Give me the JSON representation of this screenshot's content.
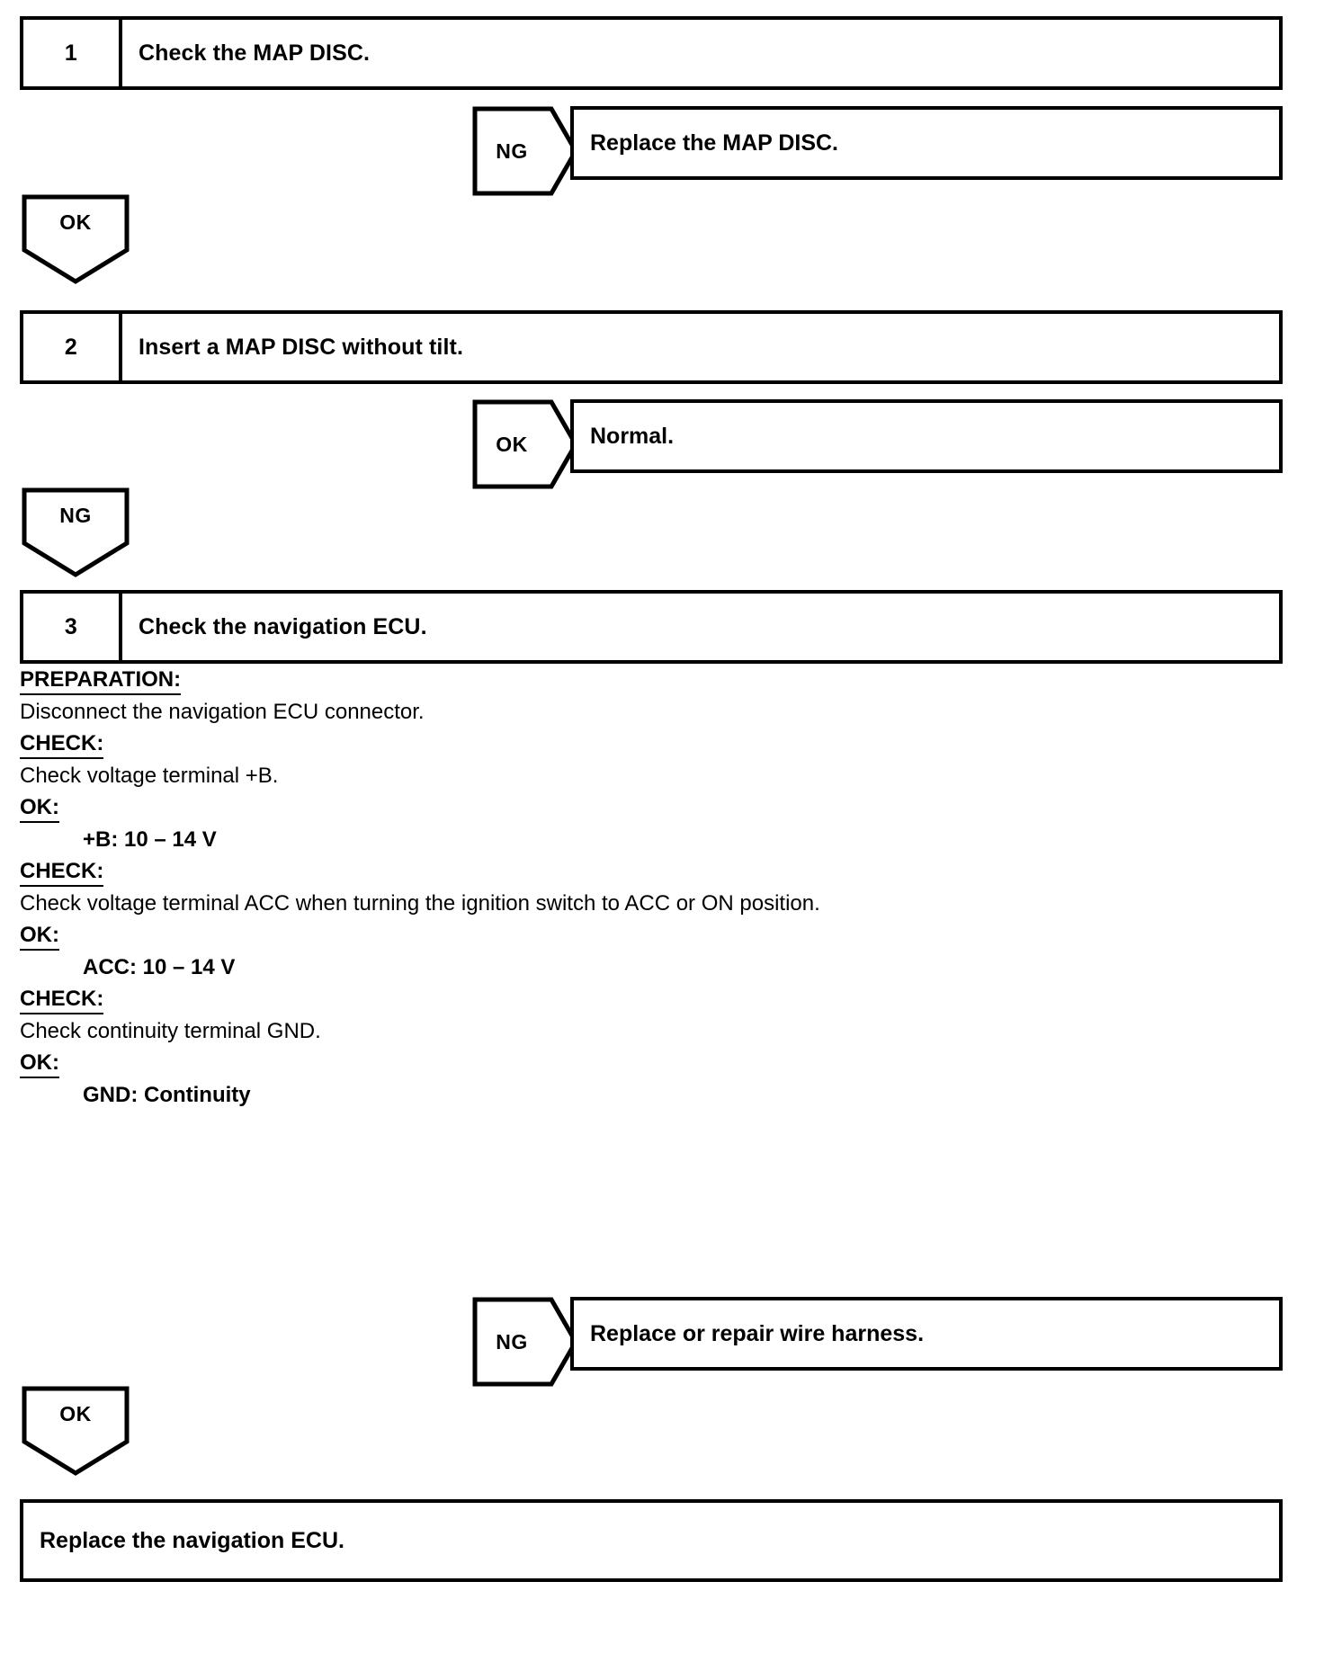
{
  "document": {
    "type": "diagnostic-flowchart",
    "title": "MAP DISC / navigation ECU troubleshooting"
  },
  "steps": [
    {
      "number": "1",
      "text": "Check the MAP DISC."
    },
    {
      "number": "2",
      "text": "Insert a MAP DISC without tilt."
    },
    {
      "number": "3",
      "text": "Check the navigation ECU."
    }
  ],
  "branches": [
    {
      "label": "NG",
      "result": "Replace the MAP DISC."
    },
    {
      "label": "OK",
      "result": "Normal."
    },
    {
      "label": "NG",
      "result": "Replace or repair wire harness."
    }
  ],
  "flow_arrows": [
    {
      "label": "OK"
    },
    {
      "label": "NG"
    },
    {
      "label": "OK"
    }
  ],
  "detail": {
    "lines": [
      {
        "kind": "heading",
        "text": "PREPARATION:"
      },
      {
        "kind": "body",
        "text": "Disconnect the navigation ECU connector."
      },
      {
        "kind": "heading",
        "text": "CHECK:"
      },
      {
        "kind": "body",
        "text": "Check voltage terminal +B."
      },
      {
        "kind": "heading",
        "text": "OK:"
      },
      {
        "kind": "spec",
        "text": "+B: 10 – 14 V"
      },
      {
        "kind": "heading",
        "text": "CHECK:"
      },
      {
        "kind": "body",
        "text": "Check voltage terminal ACC when turning the ignition switch to ACC or ON position."
      },
      {
        "kind": "heading",
        "text": "OK:"
      },
      {
        "kind": "spec",
        "text": "ACC: 10 – 14 V"
      },
      {
        "kind": "heading",
        "text": "CHECK:"
      },
      {
        "kind": "body",
        "text": "Check continuity terminal GND."
      },
      {
        "kind": "heading",
        "text": "OK:"
      },
      {
        "kind": "spec",
        "text": "GND: Continuity"
      }
    ]
  },
  "final": {
    "text": "Replace the navigation ECU."
  },
  "colors": {
    "line": "#000000",
    "background": "#ffffff"
  }
}
